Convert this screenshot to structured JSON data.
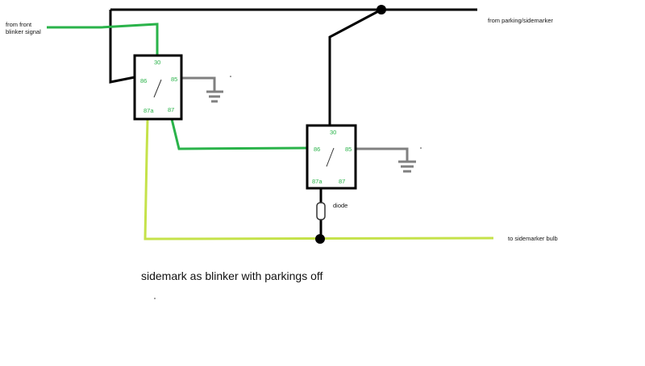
{
  "colors": {
    "wire_black": "#000000",
    "wire_green": "#2ab34a",
    "wire_yellow_green": "#c5e24a",
    "wire_gray": "#808080",
    "pin_text": "#2ab34a",
    "text": "#111111",
    "background": "#ffffff"
  },
  "labels": {
    "from_front_line1": "from front",
    "from_front_line2": "blinker signal",
    "from_parking": "from parking/sidemarker",
    "to_sidemarker": "to sidemarker bulb",
    "diode": "diode",
    "caption": "sidemark as blinker with parkings off"
  },
  "relay1": {
    "pin30": "30",
    "pin86": "86",
    "pin85": "85",
    "pin87a": "87a",
    "pin87": "87"
  },
  "relay2": {
    "pin30": "30",
    "pin86": "86",
    "pin85": "85",
    "pin87a": "87a",
    "pin87": "87"
  }
}
